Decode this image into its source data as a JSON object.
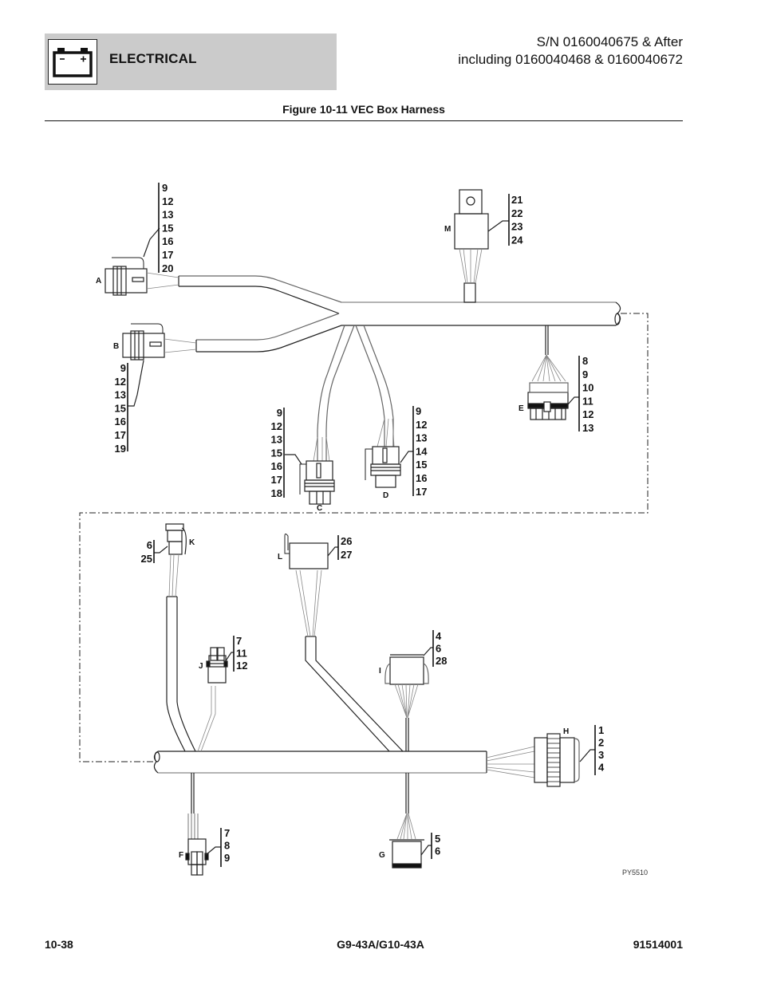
{
  "header": {
    "section": "ELECTRICAL",
    "section_icon": "battery-icon",
    "serial_line1": "S/N 0160040675 & After",
    "serial_line2": "including 0160040468 & 0160040672"
  },
  "figure": {
    "title": "Figure 10-11 VEC Box Harness",
    "drawing_code": "PY5510",
    "connectors": [
      {
        "id": "A",
        "callouts": [
          "9",
          "12",
          "13",
          "15",
          "16",
          "17",
          "20"
        ]
      },
      {
        "id": "B",
        "callouts": [
          "9",
          "12",
          "13",
          "15",
          "16",
          "17",
          "19"
        ]
      },
      {
        "id": "C",
        "callouts": [
          "9",
          "12",
          "13",
          "15",
          "16",
          "17",
          "18"
        ]
      },
      {
        "id": "D",
        "callouts": [
          "9",
          "12",
          "13",
          "14",
          "15",
          "16",
          "17"
        ]
      },
      {
        "id": "E",
        "callouts": [
          "8",
          "9",
          "10",
          "11",
          "12",
          "13"
        ]
      },
      {
        "id": "M",
        "callouts": [
          "21",
          "22",
          "23",
          "24"
        ]
      },
      {
        "id": "K",
        "callouts": [
          "6",
          "25"
        ]
      },
      {
        "id": "L",
        "callouts": [
          "26",
          "27"
        ]
      },
      {
        "id": "J",
        "callouts": [
          "7",
          "11",
          "12"
        ]
      },
      {
        "id": "I",
        "callouts": [
          "4",
          "6",
          "28"
        ]
      },
      {
        "id": "H",
        "callouts": [
          "1",
          "2",
          "3",
          "4"
        ]
      },
      {
        "id": "F",
        "callouts": [
          "7",
          "8",
          "9"
        ]
      },
      {
        "id": "G",
        "callouts": [
          "5",
          "6"
        ]
      }
    ]
  },
  "footer": {
    "page": "10-38",
    "model": "G9-43A/G10-43A",
    "doc_number": "91514001"
  }
}
